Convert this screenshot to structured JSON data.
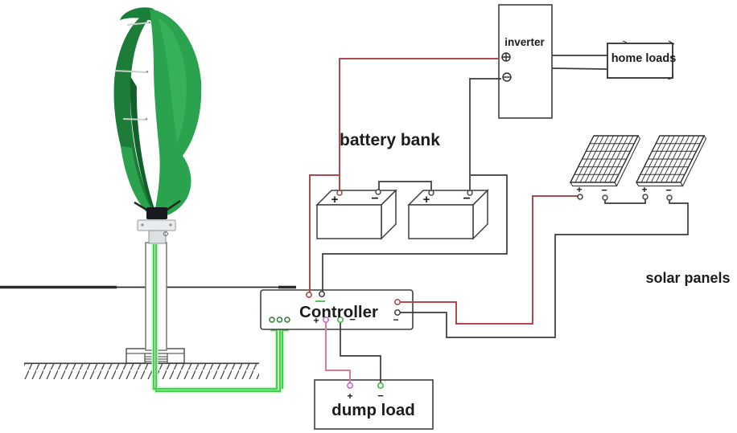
{
  "labels": {
    "inverter": "inverter",
    "home_loads": "home loads",
    "battery_bank": "battery bank",
    "controller": "Controller",
    "dump_load": "dump load",
    "solar_panels": "solar panels"
  },
  "symbols": {
    "plus": "+",
    "minus": "−"
  },
  "icons": {
    "inverter_positive_terminal": "circled-plus",
    "inverter_negative_terminal": "circled-minus"
  },
  "colors": {
    "positive_wire": "#b04a4e",
    "negative_wire": "#3a3a3a",
    "turbine_phase_wire": "#3ed34b",
    "dump_positive_wire": "#d27f92",
    "magenta_terminal": "#c435c4",
    "green_terminal": "#2eb82e",
    "turbine_body": "#2aa24e"
  }
}
